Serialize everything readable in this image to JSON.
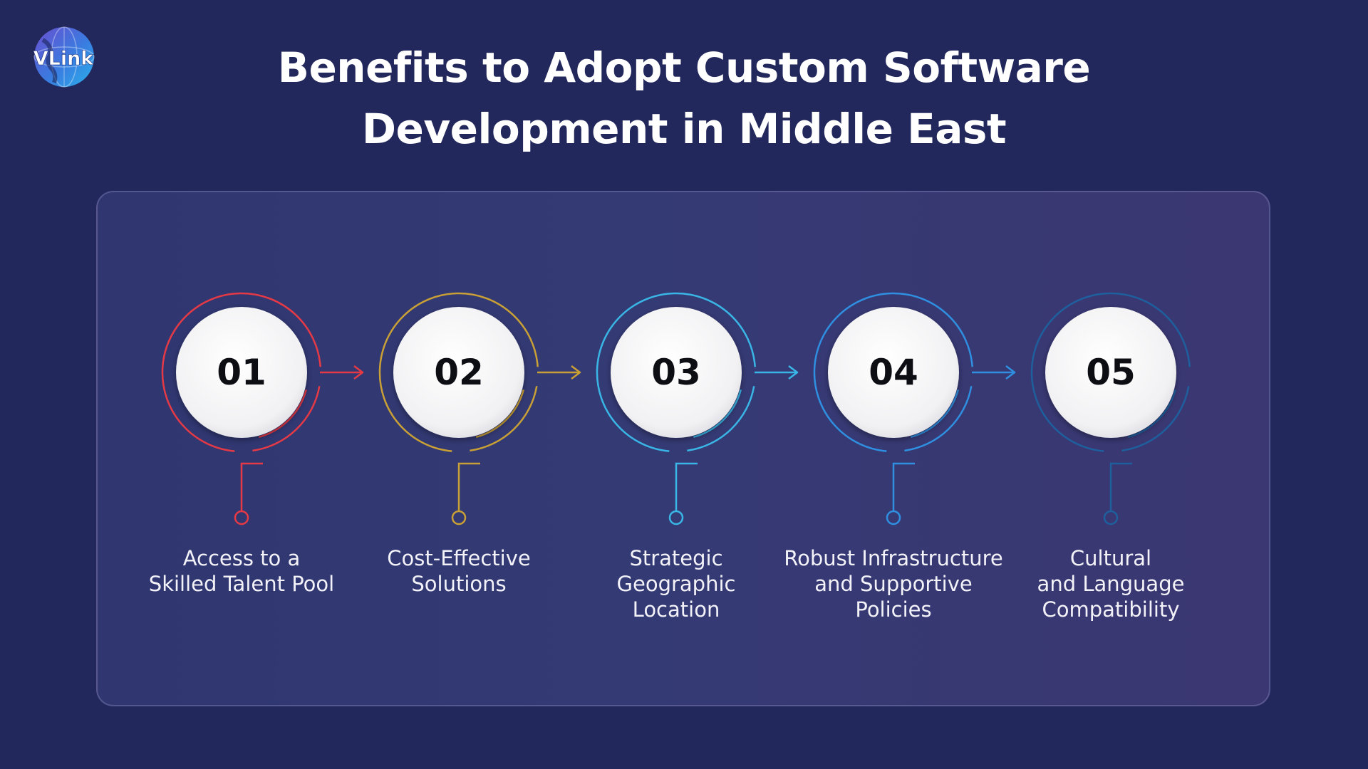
{
  "brand": {
    "logo_text": "VLink"
  },
  "title": "Benefits to Adopt Custom Software Development in Middle East",
  "steps": [
    {
      "number": "01",
      "label": "Access to a\nSkilled Talent Pool",
      "color": "#e53a46"
    },
    {
      "number": "02",
      "label": "Cost-Effective\nSolutions",
      "color": "#c9a035"
    },
    {
      "number": "03",
      "label": "Strategic\nGeographic\nLocation",
      "color": "#39b6e6"
    },
    {
      "number": "04",
      "label": "Robust Infrastructure\nand Supportive\nPolicies",
      "color": "#2f8fe0"
    },
    {
      "number": "05",
      "label": "Cultural\nand Language\nCompatibility",
      "color": "#1e5f9e"
    }
  ]
}
